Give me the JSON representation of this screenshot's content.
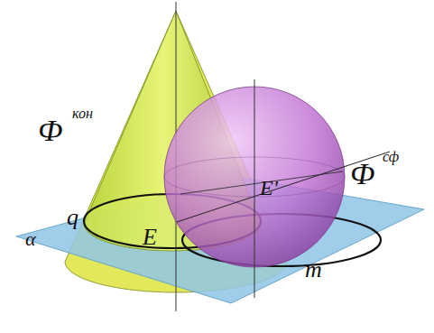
{
  "diagram": {
    "labels": [
      "Ф",
      "кон",
      "Ф",
      "сф",
      "q",
      "α",
      "E",
      "E'",
      "m"
    ]
  }
}
